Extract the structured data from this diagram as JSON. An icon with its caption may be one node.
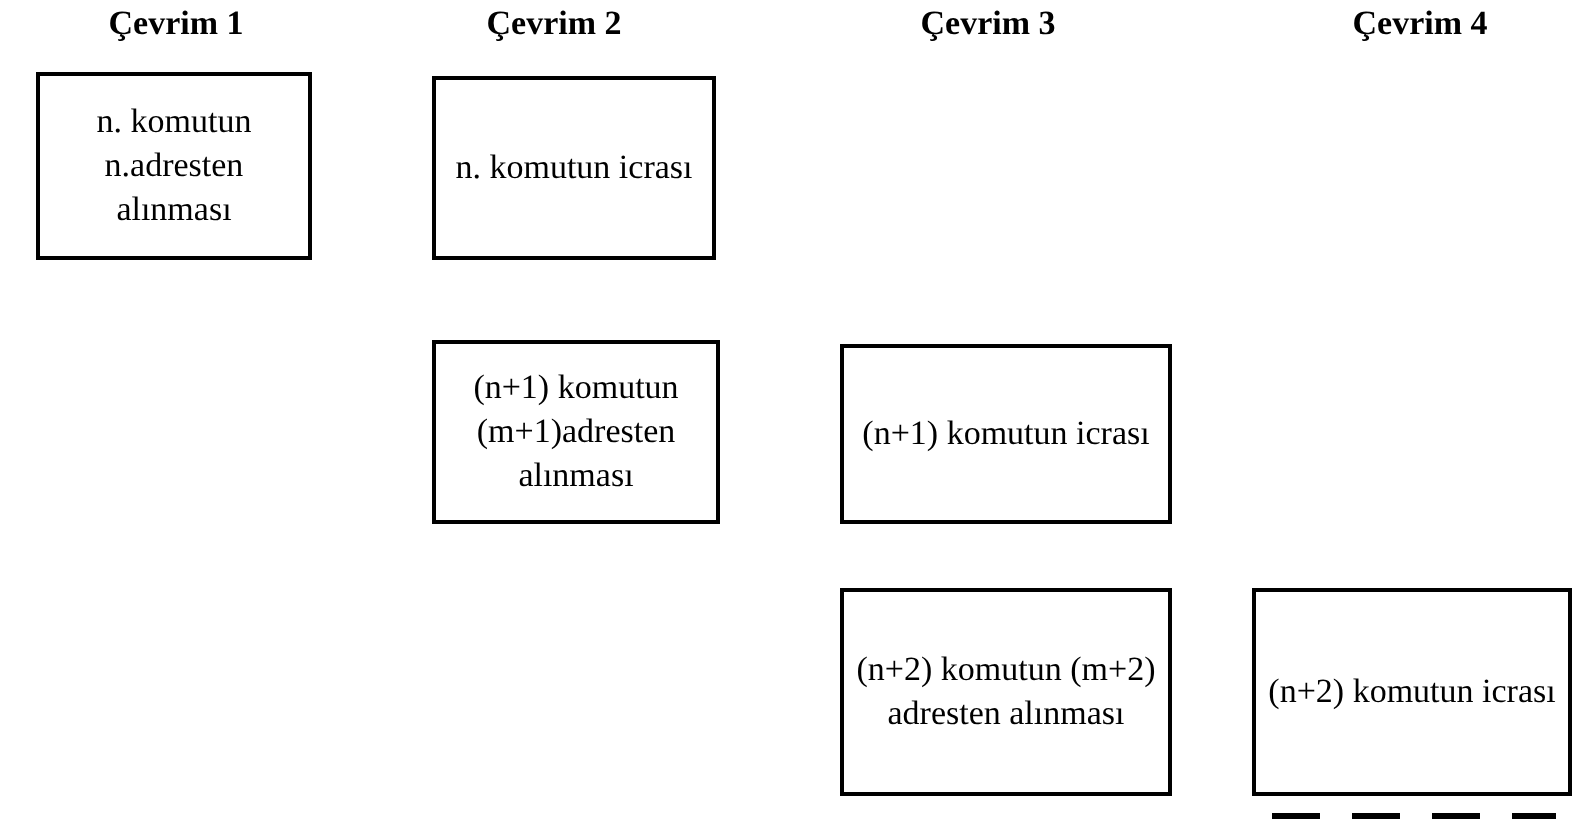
{
  "diagram": {
    "nodes": [
      {
        "text": [
          "n. komutun n.adresten alınması"
        ]
      },
      {
        "text": [
          "n. komutun icrası"
        ]
      },
      {
        "text": [
          "(n+1) komutun (m+1)adresten alınması"
        ]
      },
      {
        "text": [
          "(n+1) komutun icrası"
        ]
      },
      {
        "text": [
          "(n+2) komutun (m+2) adresten alınması"
        ]
      },
      {
        "text": [
          "(n+2) komutun icrası"
        ]
      }
    ],
    "labels": [
      "Çevrim 1",
      "Çevrim 2",
      "Çevrim 3",
      "Çevrim 4"
    ]
  }
}
